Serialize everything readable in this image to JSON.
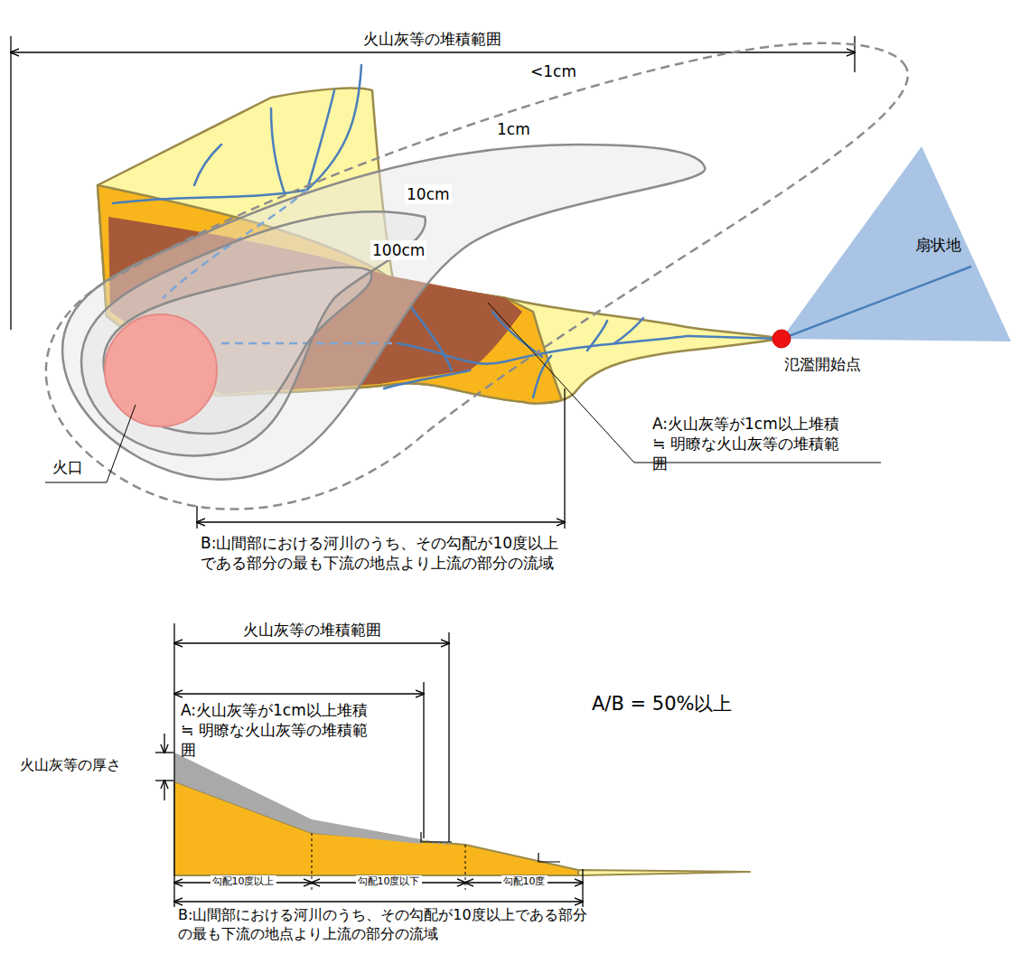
{
  "diagram": {
    "nodes": [
      {
        "text": [
          "扇状地"
        ]
      }
    ],
    "labels": [
      "火山灰等の堆積範囲",
      "<1cm",
      "1cm",
      "10cm",
      "100cm",
      "氾濫開始点",
      "A:火山灰等が1cm以上堆積 ≒ 明瞭な火山灰等の堆積範囲",
      "火口",
      "B:山間部における河川のうち、その勾配が10度以上である部分の最も下流の地点より上流の部分の流域",
      "火山灰等の堆積範囲",
      "A:火山灰等が1cm以上堆積 ≒ 明瞭な火山灰等の堆積範囲",
      "A/B = 50%以上",
      "火山灰等の厚さ",
      "勾配10度以上",
      "勾配10度以下",
      "勾配10度",
      "B:山間部における河川のうち、その勾配が10度以上である部分の最も下流の地点より上流の部分の流域"
    ]
  }
}
